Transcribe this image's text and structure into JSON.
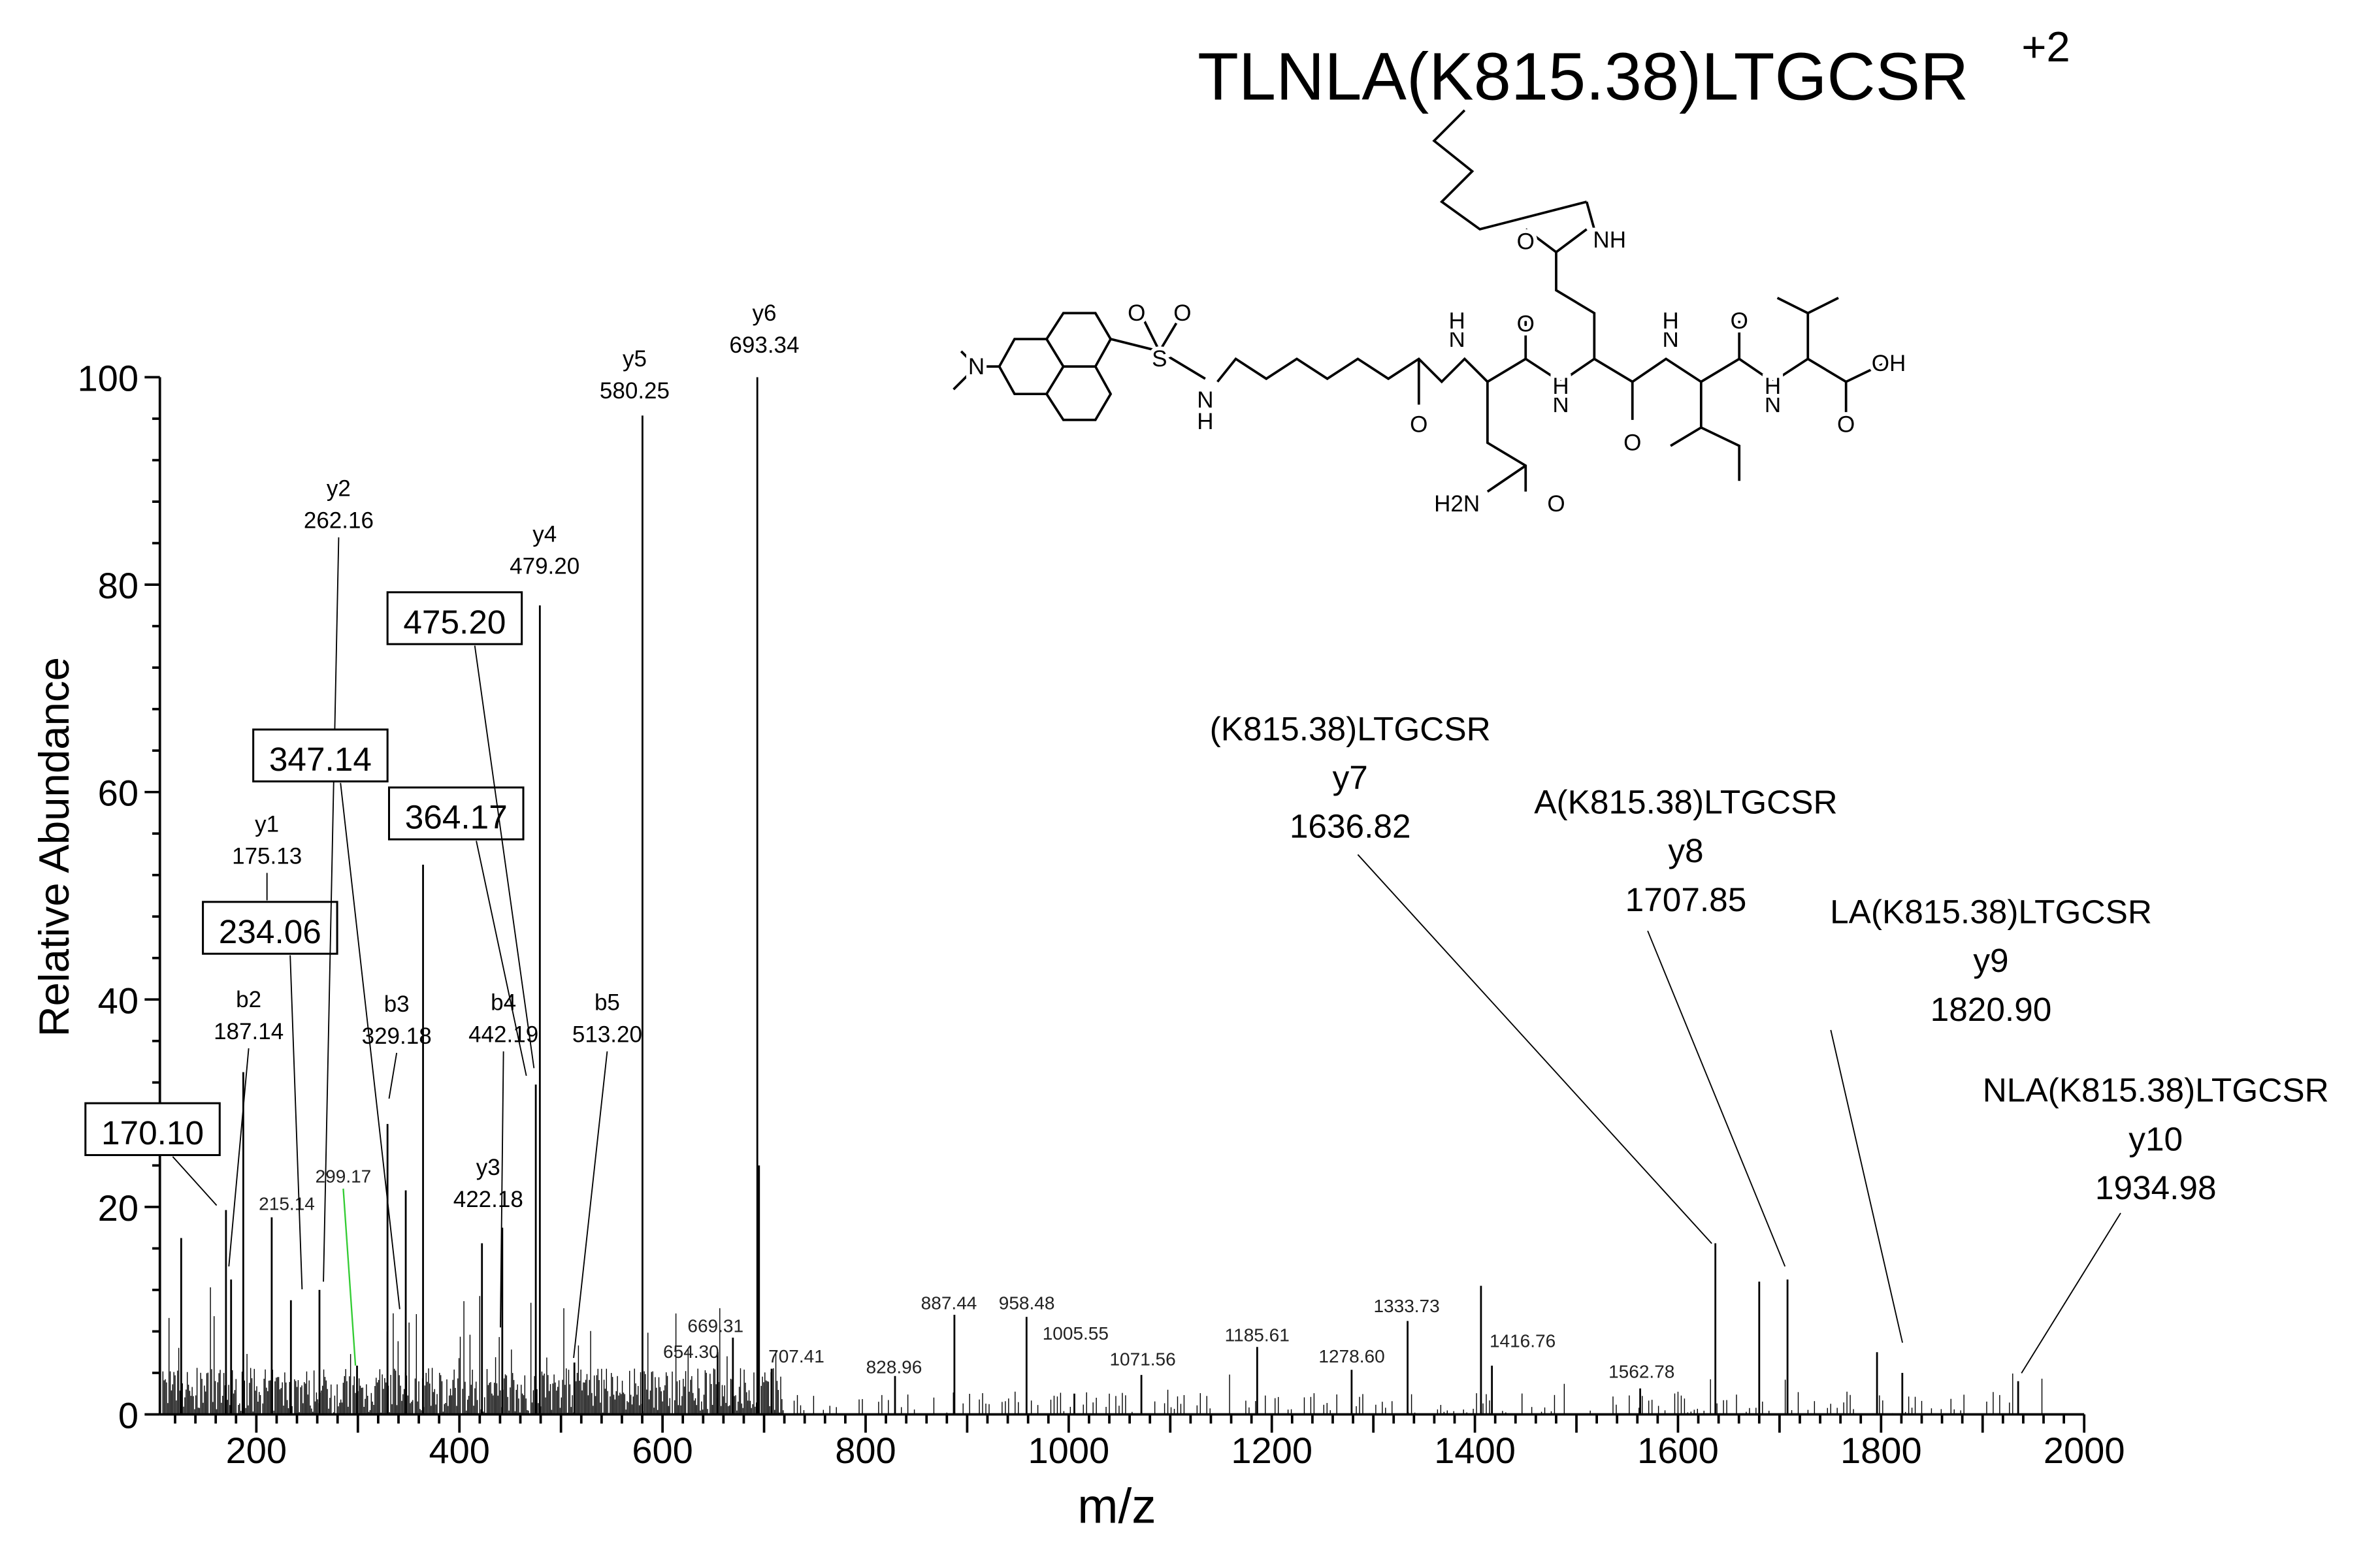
{
  "chart_data": {
    "type": "bar",
    "title": "TLNLA(K815.38)LTGCSR",
    "title_charge": "+2",
    "xlabel": "m/z",
    "ylabel": "Relative Abundance",
    "xlim": [
      105,
      2000
    ],
    "ylim": [
      0,
      100
    ],
    "xticks": [
      "200",
      "400",
      "600",
      "800",
      "1000",
      "1200",
      "1400",
      "1600",
      "1800",
      "2000"
    ],
    "yticks": [
      "0",
      "20",
      "40",
      "60",
      "80",
      "100"
    ],
    "grid": false,
    "peaks": [
      {
        "mz": 126,
        "intensity": 17
      },
      {
        "mz": 170.1,
        "intensity": 19.7,
        "label": "170.10",
        "boxed": true
      },
      {
        "mz": 175.13,
        "intensity": 13,
        "ion": "y1",
        "label": "175.13"
      },
      {
        "mz": 187.14,
        "intensity": 33,
        "ion": "b2",
        "label": "187.14"
      },
      {
        "mz": 215.14,
        "intensity": 19,
        "label": "215.14",
        "minor": true
      },
      {
        "mz": 234.06,
        "intensity": 11,
        "label": "234.06",
        "boxed": true
      },
      {
        "mz": 262.16,
        "intensity": 12,
        "ion": "y2",
        "label": "262.16"
      },
      {
        "mz": 299.17,
        "intensity": 4.7,
        "label": "299.17",
        "minor": true
      },
      {
        "mz": 329.18,
        "intensity": 28,
        "ion": "b3",
        "label": "329.18"
      },
      {
        "mz": 347.14,
        "intensity": 21.6,
        "label": "347.14",
        "boxed": true
      },
      {
        "mz": 364.17,
        "intensity": 53,
        "label": "364.17",
        "boxed": true
      },
      {
        "mz": 422.18,
        "intensity": 16.5,
        "ion": "y3",
        "label": "422.18"
      },
      {
        "mz": 442.19,
        "intensity": 18,
        "ion": "b4",
        "label": "442.19"
      },
      {
        "mz": 475.2,
        "intensity": 31.8,
        "label": "475.20",
        "boxed": true
      },
      {
        "mz": 479.2,
        "intensity": 78,
        "ion": "y4",
        "label": "479.20"
      },
      {
        "mz": 513.2,
        "intensity": 5,
        "ion": "b5",
        "label": "513.20"
      },
      {
        "mz": 580.25,
        "intensity": 96.3,
        "ion": "y5",
        "label": "580.25"
      },
      {
        "mz": 654.3,
        "intensity": 6,
        "label": "654.30",
        "minor": true
      },
      {
        "mz": 669.31,
        "intensity": 7.4,
        "label": "669.31",
        "minor": true
      },
      {
        "mz": 693.34,
        "intensity": 100,
        "ion": "y6",
        "label": "693.34"
      },
      {
        "mz": 695,
        "intensity": 24
      },
      {
        "mz": 707.41,
        "intensity": 4.4,
        "label": "707.41",
        "minor": true
      },
      {
        "mz": 828.96,
        "intensity": 3.7,
        "label": "828.96",
        "minor": true
      },
      {
        "mz": 887.44,
        "intensity": 9.6,
        "label": "887.44",
        "minor": true
      },
      {
        "mz": 958.48,
        "intensity": 9.4,
        "label": "958.48",
        "minor": true
      },
      {
        "mz": 1005.55,
        "intensity": 2,
        "label": "1005.55",
        "minor": true
      },
      {
        "mz": 1071.56,
        "intensity": 3.8,
        "label": "1071.56",
        "minor": true
      },
      {
        "mz": 1185.61,
        "intensity": 6.5,
        "label": "1185.61",
        "minor": true
      },
      {
        "mz": 1278.6,
        "intensity": 4.3,
        "label": "1278.60",
        "minor": true
      },
      {
        "mz": 1333.73,
        "intensity": 9,
        "label": "1333.73",
        "minor": true
      },
      {
        "mz": 1406,
        "intensity": 12.4
      },
      {
        "mz": 1416.76,
        "intensity": 4.7,
        "label": "1416.76",
        "minor": true
      },
      {
        "mz": 1562.78,
        "intensity": 2.5,
        "label": "1562.78",
        "minor": true
      },
      {
        "mz": 1636.82,
        "intensity": 16.5,
        "ion": "y7",
        "label": "1636.82",
        "seq": "(K815.38)LTGCSR"
      },
      {
        "mz": 1680,
        "intensity": 12.8
      },
      {
        "mz": 1707.85,
        "intensity": 13,
        "ion": "y8",
        "label": "1707.85",
        "seq": "A(K815.38)LTGCSR"
      },
      {
        "mz": 1796,
        "intensity": 6
      },
      {
        "mz": 1820.9,
        "intensity": 4,
        "ion": "y9",
        "label": "1820.90",
        "seq": "LA(K815.38)LTGCSR"
      },
      {
        "mz": 1934.98,
        "intensity": 3.2,
        "ion": "y10",
        "label": "1934.98",
        "seq": "NLA(K815.38)LTGCSR"
      }
    ]
  },
  "structure": {
    "atoms": [
      "N",
      "S",
      "O",
      "O",
      "N",
      "H",
      "O",
      "N",
      "H",
      "O",
      "N",
      "H",
      "O",
      "H2N",
      "O",
      "NH",
      "N",
      "H",
      "O",
      "N",
      "H",
      "O",
      "OH",
      "O"
    ]
  }
}
